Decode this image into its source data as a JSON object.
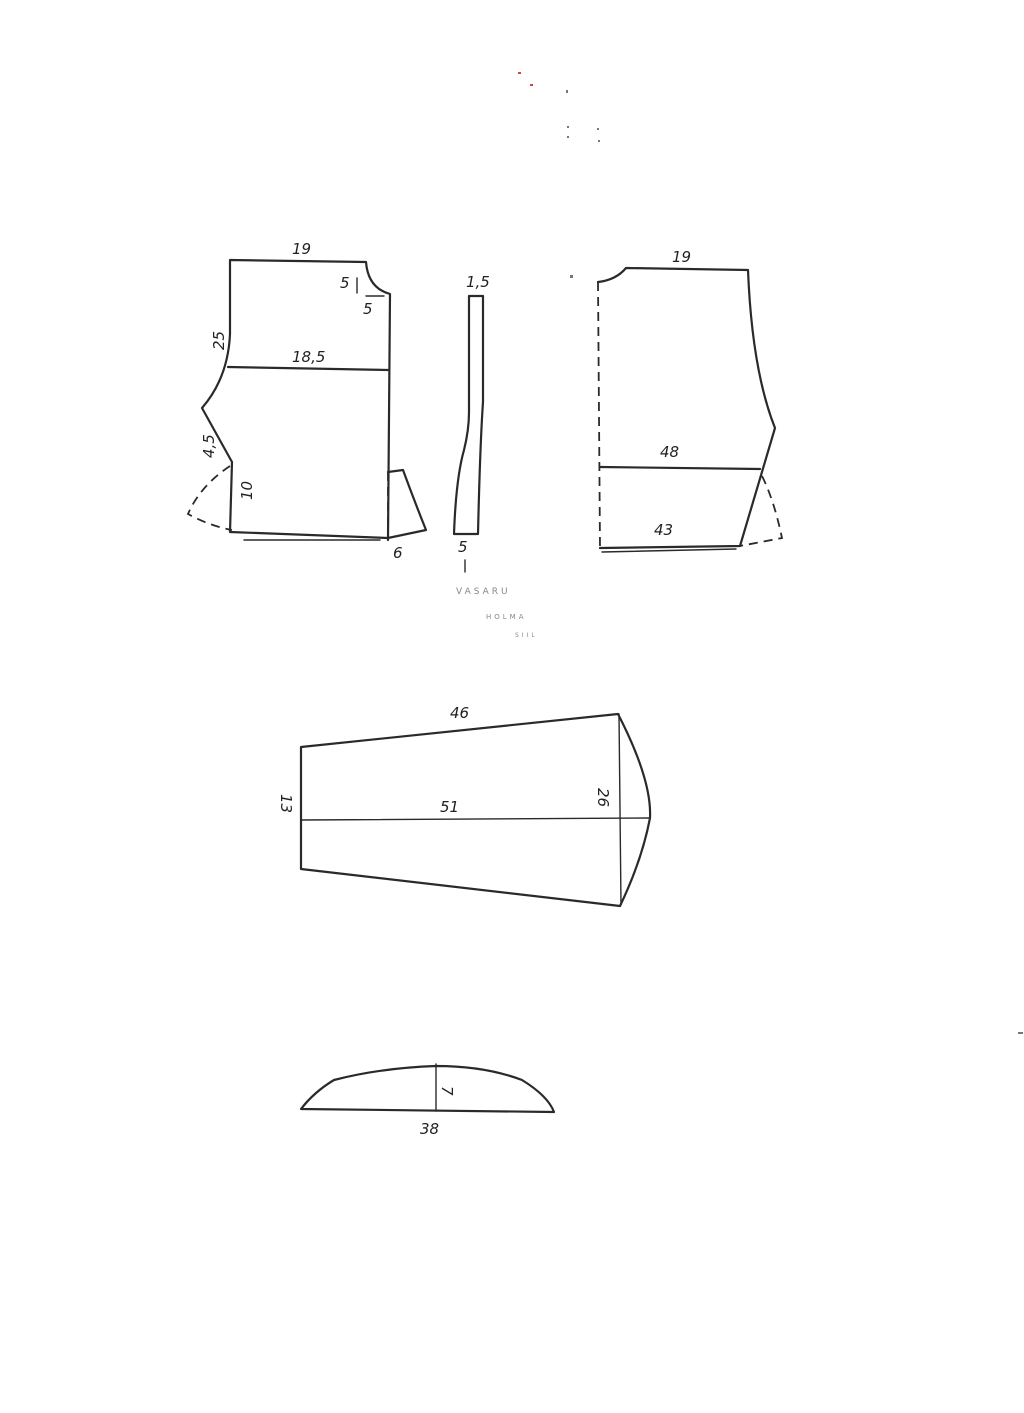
{
  "back_piece": {
    "top_width": "19",
    "neck_depth": "5",
    "neck_width": "5",
    "shoulder_to_chest": "25",
    "chest_width": "18,5",
    "armhole_lower": "4,5",
    "hem_height": "10",
    "hem_flare": "6"
  },
  "yoke_strip": {
    "top_width": "1,5",
    "bottom_width": "5",
    "note_lines": [
      "VASARU",
      "HOLMA",
      "SIIL"
    ]
  },
  "front_piece": {
    "top_width": "19",
    "chest_width": "48",
    "hem_width": "43"
  },
  "sleeve": {
    "top_edge": "46",
    "length": "51",
    "wrist_width": "13",
    "cap_width": "26"
  },
  "collar": {
    "length": "38",
    "height": "7"
  }
}
